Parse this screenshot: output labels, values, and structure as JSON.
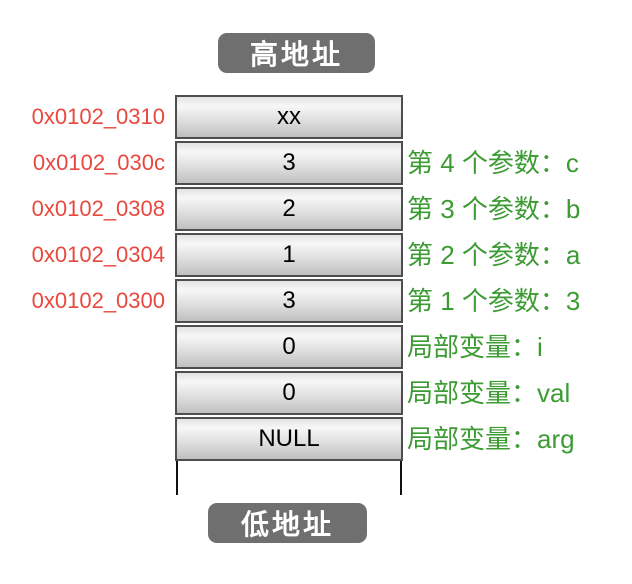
{
  "diagram": {
    "top_badge": "高地址",
    "bottom_badge": "低地址",
    "rows": [
      {
        "address": "0x0102_0310",
        "value": "xx",
        "label": ""
      },
      {
        "address": "0x0102_030c",
        "value": "3",
        "label": "第 4 个参数：c"
      },
      {
        "address": "0x0102_0308",
        "value": "2",
        "label": "第 3 个参数：b"
      },
      {
        "address": "0x0102_0304",
        "value": "1",
        "label": "第 2 个参数：a"
      },
      {
        "address": "0x0102_0300",
        "value": "3",
        "label": "第 1 个参数：3"
      },
      {
        "address": "",
        "value": "0",
        "label": "局部变量：i"
      },
      {
        "address": "",
        "value": "0",
        "label": "局部变量：val"
      },
      {
        "address": "",
        "value": "NULL",
        "label": "局部变量：arg"
      }
    ],
    "colors": {
      "address_text": "#e8493f",
      "annotation_text": "#3c9b33",
      "badge_background": "#6f6f6f",
      "badge_text": "#ffffff",
      "cell_border": "#4e4e4e"
    }
  }
}
